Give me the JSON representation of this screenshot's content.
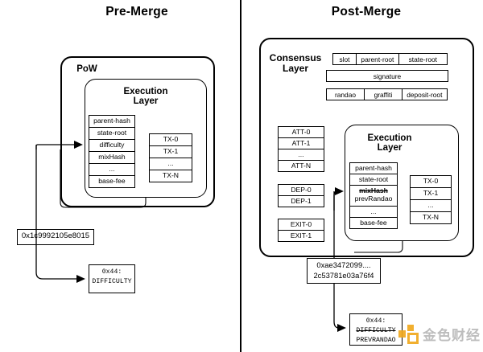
{
  "figure": {
    "divider_color": "#000000",
    "panels": [
      {
        "id": "pre",
        "title": "Pre-Merge"
      },
      {
        "id": "post",
        "title": "Post-Merge"
      }
    ]
  },
  "pre_merge": {
    "outer_label": "PoW",
    "execution_label_line1": "Execution",
    "execution_label_line2": "Layer",
    "header_fields": [
      "parent-hash",
      "state-root",
      "difficulty",
      "mixHash",
      "...",
      "base-fee"
    ],
    "transactions": [
      "TX-0",
      "TX-1",
      "...",
      "TX-N"
    ],
    "value_box": "0x1c9992105e8015",
    "opcode_box": {
      "code": "0x44:",
      "name": "DIFFICULTY",
      "struck": false,
      "replacement": ""
    }
  },
  "post_merge": {
    "consensus_label_line1": "Consensus",
    "consensus_label_line2": "Layer",
    "consensus_header_row1": [
      "slot",
      "parent-root",
      "state-root"
    ],
    "consensus_header_row2": [
      "signature"
    ],
    "consensus_header_row3": [
      "randao",
      "graffiti",
      "deposit-root"
    ],
    "attestations": [
      "ATT-0",
      "ATT-1",
      "...",
      "ATT-N"
    ],
    "deposits": [
      "DEP-0",
      "DEP-1"
    ],
    "exits": [
      "EXIT-0",
      "EXIT-1"
    ],
    "execution_label_line1": "Execution",
    "execution_label_line2": "Layer",
    "header_fields": [
      "parent-hash",
      "state-root",
      "mixHash|prevRandao",
      "...",
      "base-fee"
    ],
    "header_field_struck": "mixHash",
    "header_field_replacement": "prevRandao",
    "transactions": [
      "TX-0",
      "TX-1",
      "...",
      "TX-N"
    ],
    "value_box_line1": "0xae3472099....",
    "value_box_line2": "2c53781e03a76f4",
    "opcode_box": {
      "code": "0x44:",
      "name": "DIFFICULTY",
      "struck": true,
      "replacement": "PREVRANDAO"
    }
  },
  "watermark": {
    "text": "金色财经",
    "mark_color": "#f0a91e",
    "text_color": "#b8b8b8"
  }
}
